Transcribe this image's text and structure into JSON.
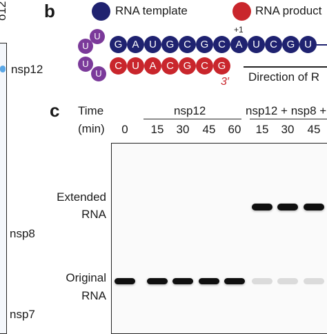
{
  "panel_a_partial": {
    "title_fragment": "o12",
    "labels": [
      "nsp12",
      "nsp8",
      "nsp7"
    ]
  },
  "panel_b": {
    "letter": "b",
    "legend": [
      {
        "label": "RNA template",
        "color": "#1f2270"
      },
      {
        "label": "RNA product",
        "color": "#c9262c"
      }
    ],
    "loop": [
      "U",
      "U",
      "U",
      "U"
    ],
    "template_seq": [
      "G",
      "A",
      "U",
      "G",
      "C",
      "G",
      "C",
      "A",
      "U",
      "C",
      "G",
      "U"
    ],
    "product_seq": [
      "C",
      "U",
      "A",
      "C",
      "G",
      "C",
      "G"
    ],
    "plus_one": "+1",
    "three_prime": "3′",
    "direction_label": "Direction of R"
  },
  "panel_c": {
    "letter": "c",
    "time_label": "Time",
    "unit_label": "(min)",
    "group1_label": "nsp12",
    "group2_label": "nsp12 + nsp8 +",
    "lanes": [
      "0",
      "15",
      "30",
      "45",
      "60",
      "15",
      "30",
      "45"
    ],
    "extended_label_1": "Extended",
    "extended_label_2": "RNA",
    "original_label_1": "Original",
    "original_label_2": "RNA",
    "band_intensity": {
      "original": [
        1,
        1,
        1,
        1,
        1,
        0.05,
        0.05,
        0.05
      ],
      "extended": [
        0,
        0,
        0,
        0,
        0,
        1,
        1,
        1
      ]
    }
  }
}
